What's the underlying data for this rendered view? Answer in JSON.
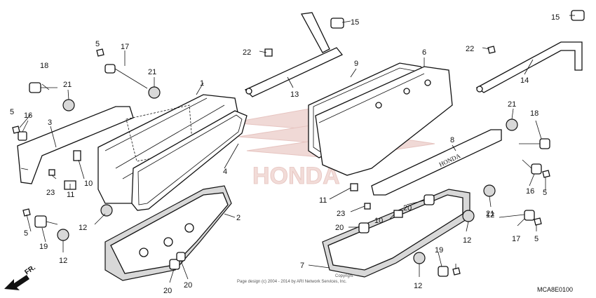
{
  "diagram": {
    "brand_watermark": "HONDA",
    "copyright_line": "Copyright",
    "copyright_text": "Page design (c) 2004 - 2014 by ARI Network Services, Inc.",
    "fr_arrow_label": "FR.",
    "diagram_code": "MCA8E0100",
    "part_embossed": "HONDA",
    "callouts": [
      "1",
      "2",
      "3",
      "4",
      "5",
      "5",
      "5",
      "5",
      "5",
      "6",
      "7",
      "8",
      "9",
      "10",
      "10",
      "11",
      "11",
      "12",
      "12",
      "12",
      "12",
      "12",
      "13",
      "14",
      "15",
      "15",
      "16",
      "16",
      "17",
      "17",
      "18",
      "18",
      "19",
      "19",
      "20",
      "20",
      "20",
      "20",
      "21",
      "21",
      "21",
      "21",
      "22",
      "22",
      "23",
      "23"
    ]
  }
}
